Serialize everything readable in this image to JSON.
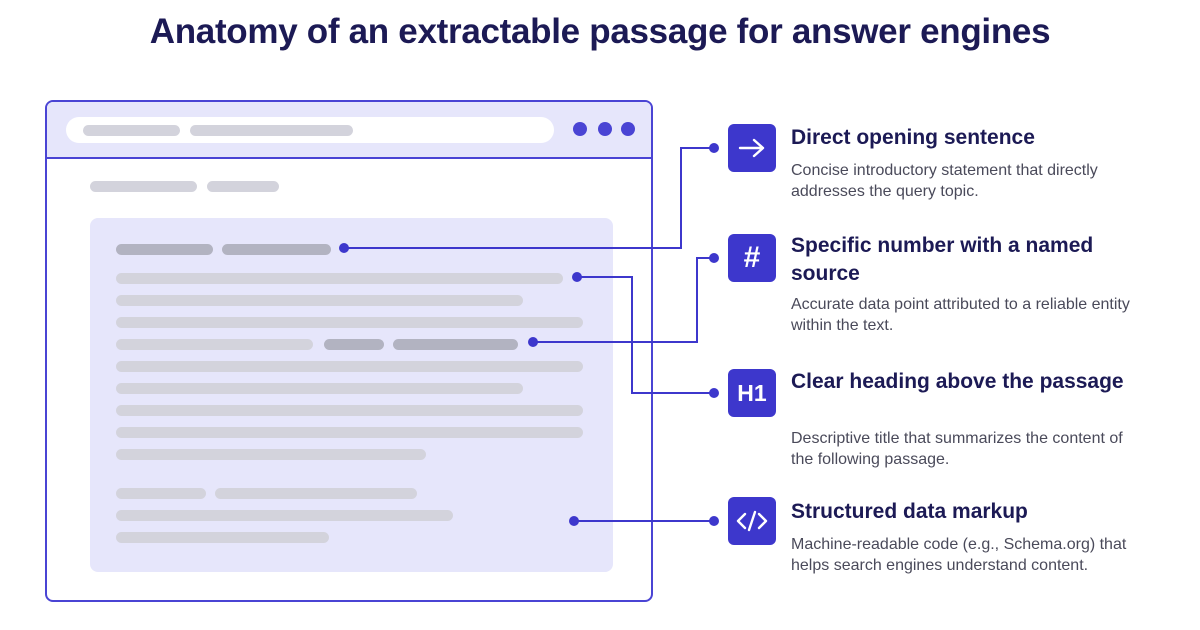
{
  "title": "Anatomy of an extractable passage for answer engines",
  "colors": {
    "accent": "#3d37cc",
    "title_text": "#1c1a55",
    "passage_bg": "#e6e6fb",
    "placeholder": "#d3d3dc",
    "placeholder_highlight": "#b2b3c1"
  },
  "features": [
    {
      "icon": "arrow-right-icon",
      "icon_text": "",
      "title": "Direct opening sentence",
      "description": "Concise introductory statement that directly addresses the query topic."
    },
    {
      "icon": "hash-icon",
      "icon_text": "#",
      "title": "Specific number with a named source",
      "description": "Accurate data point attributed to a reliable entity within the text."
    },
    {
      "icon": "h1-heading-icon",
      "icon_text": "H1",
      "title": "Clear heading above the passage",
      "description": "Descriptive title that summarizes the content of the following passage."
    },
    {
      "icon": "code-icon",
      "icon_text": "",
      "title": "Structured data markup",
      "description": "Machine-readable code (e.g., Schema.org) that helps search engines understand content."
    }
  ]
}
